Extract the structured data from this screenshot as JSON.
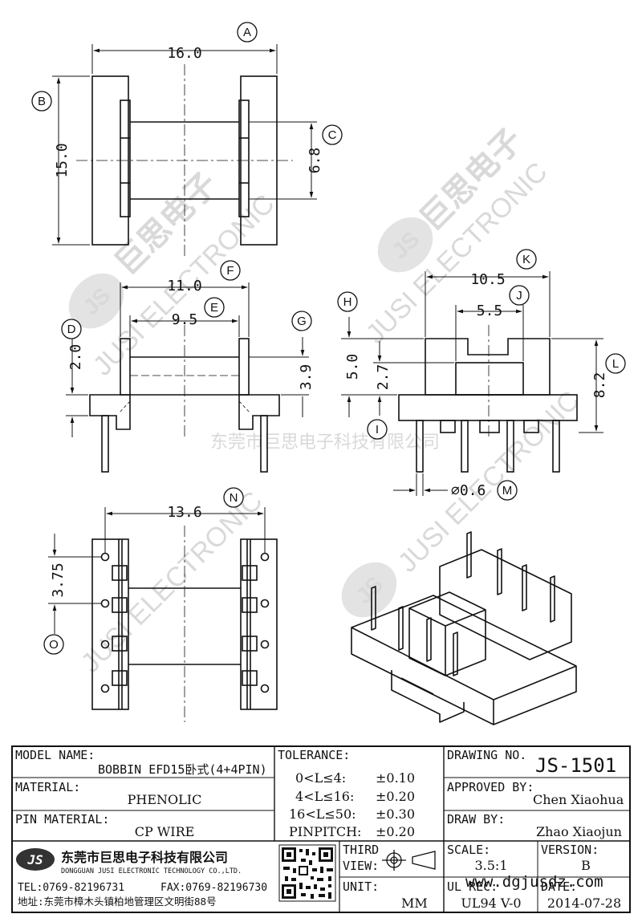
{
  "dimensions": {
    "A": {
      "tag": "A",
      "value": "16.0"
    },
    "B": {
      "tag": "B",
      "value": "15.0"
    },
    "C": {
      "tag": "C",
      "value": "6.8"
    },
    "D": {
      "tag": "D",
      "value": "2.0"
    },
    "E": {
      "tag": "E",
      "value": "9.5"
    },
    "F": {
      "tag": "F",
      "value": "11.0"
    },
    "G": {
      "tag": "G",
      "value": "3.9"
    },
    "H": {
      "tag": "H",
      "value": "5.0"
    },
    "I": {
      "tag": "I",
      "value": "2.7"
    },
    "J": {
      "tag": "J",
      "value": "5.5"
    },
    "K": {
      "tag": "K",
      "value": "10.5"
    },
    "L": {
      "tag": "L",
      "value": "8.2"
    },
    "M": {
      "tag": "M",
      "value": "⌀0.6"
    },
    "N": {
      "tag": "N",
      "value": "13.6"
    },
    "O": {
      "tag": "O",
      "value": "3.75"
    }
  },
  "watermark": {
    "company_cn": "东莞市巨思电子科技有限公司",
    "logo": "JS",
    "brand_cn": "巨思电子",
    "brand_en": "JUSI ELECTRONIC"
  },
  "title_block": {
    "model_name_label": "MODEL NAME:",
    "model_name_value": "BOBBIN EFD15卧式(4+4PIN)",
    "material_label": "MATERIAL:",
    "material_value": "PHENOLIC",
    "pin_material_label": "PIN MATERIAL:",
    "pin_material_value": "CP WIRE",
    "tolerance_label": "TOLERANCE:",
    "tolerances": [
      {
        "range": "0<L≤4:",
        "value": "±0.10"
      },
      {
        "range": "4<L≤16:",
        "value": "±0.20"
      },
      {
        "range": "16<L≤50:",
        "value": "±0.30"
      },
      {
        "range": "PINPITCH:",
        "value": "±0.20"
      }
    ],
    "drawing_no_label": "DRAWING NO.",
    "drawing_no_value": "JS-1501",
    "approved_label": "APPROVED BY:",
    "approved_value": "Chen Xiaohua",
    "draw_label": "DRAW BY:",
    "draw_value": "Zhao Xiaojun",
    "third_view_label_1": "THIRD",
    "third_view_label_2": "VIEW:",
    "unit_label": "UNIT:",
    "unit_value": "MM",
    "scale_label": "SCALE:",
    "scale_value": "3.5:1",
    "version_label": "VERSION:",
    "version_value": "B",
    "ul_label": "UL REC:",
    "ul_value": "UL94 V-0",
    "date_label": "DATE:",
    "date_value": "2014-07-28",
    "website": "www.dgjusdz.com"
  },
  "company": {
    "logo": "JS",
    "name_cn": "东莞市巨思电子科技有限公司",
    "name_en": "DONGGUAN JUSI ELECTRONIC TECHNOLOGY CO.,LTD.",
    "tel": "TEL:0769-82196731",
    "fax": "FAX:0769-82196730",
    "address": "地址:东莞市樟木头镇柏地管理区文明街88号"
  }
}
